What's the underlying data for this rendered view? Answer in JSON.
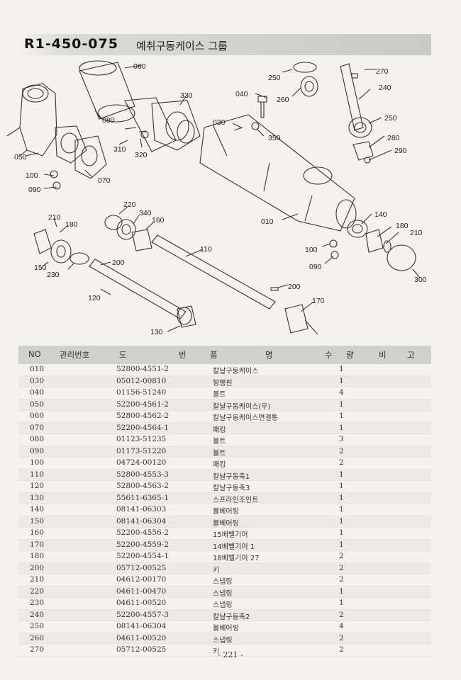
{
  "header": {
    "code": "R1-450-075",
    "name": "예취구동케이스 그룹"
  },
  "callouts": {
    "c060": "060",
    "c080": "080",
    "c330": "330",
    "c310": "310",
    "c320": "320",
    "c050": "050",
    "c100a": "100",
    "c090a": "090",
    "c070": "070",
    "c040": "040",
    "c030": "030",
    "c350": "350",
    "c010": "010",
    "c250a": "250",
    "c260": "260",
    "c270": "270",
    "c240": "240",
    "c250b": "250",
    "c280": "280",
    "c290": "290",
    "c140": "140",
    "c180b": "180",
    "c210b": "210",
    "c300": "300",
    "c100b": "100",
    "c090b": "090",
    "c210a": "210",
    "c180a": "180",
    "c220": "220",
    "c340": "340",
    "c160": "160",
    "c110": "110",
    "c150": "150",
    "c230": "230",
    "c200a": "200",
    "c120": "120",
    "c130": "130",
    "c200b": "200",
    "c170": "170"
  },
  "table": {
    "headers": {
      "no": "NO",
      "mgmt": "관리번호",
      "do": "도",
      "beon": "번",
      "pum": "품",
      "myeong": "명",
      "su": "수",
      "ryang": "량",
      "bi": "비",
      "go": "고"
    },
    "rows": [
      {
        "no": "010",
        "part": "52800-4551-2",
        "name": "칼날구동케이스",
        "qty": "1"
      },
      {
        "no": "030",
        "part": "05012-00810",
        "name": "평행핀",
        "qty": "1"
      },
      {
        "no": "040",
        "part": "01156-51240",
        "name": "볼트",
        "qty": "4"
      },
      {
        "no": "050",
        "part": "52200-4561-2",
        "name": "칼날구동케이스(우)",
        "qty": "1"
      },
      {
        "no": "060",
        "part": "52800-4562-2",
        "name": "칼날구동케이스연결통",
        "qty": "1"
      },
      {
        "no": "070",
        "part": "52200-4564-1",
        "name": "패킹",
        "qty": "1"
      },
      {
        "no": "080",
        "part": "01123-51235",
        "name": "볼트",
        "qty": "3"
      },
      {
        "no": "090",
        "part": "01173-51220",
        "name": "볼트",
        "qty": "2"
      },
      {
        "no": "100",
        "part": "04724-00120",
        "name": "패킹",
        "qty": "2"
      },
      {
        "no": "110",
        "part": "52800-4553-3",
        "name": "칼날구동축1",
        "qty": "1"
      },
      {
        "no": "120",
        "part": "52800-4563-2",
        "name": "칼날구동축3",
        "qty": "1"
      },
      {
        "no": "130",
        "part": "55611-6365-1",
        "name": "스프라인조인트",
        "qty": "1"
      },
      {
        "no": "140",
        "part": "08141-06303",
        "name": "볼베어링",
        "qty": "1"
      },
      {
        "no": "150",
        "part": "08141-06304",
        "name": "볼베어링",
        "qty": "1"
      },
      {
        "no": "160",
        "part": "52200-4556-2",
        "name": "15베벨기어",
        "qty": "1"
      },
      {
        "no": "170",
        "part": "52200-4559-2",
        "name": "14베벨기어 1",
        "qty": "1"
      },
      {
        "no": "180",
        "part": "52200-4554-1",
        "name": "18베벨기어 27",
        "qty": "2"
      },
      {
        "no": "200",
        "part": "05712-00525",
        "name": "키",
        "qty": "2"
      },
      {
        "no": "210",
        "part": "04612-00170",
        "name": "스냅링",
        "qty": "2"
      },
      {
        "no": "220",
        "part": "04611-00470",
        "name": "스냅링",
        "qty": "1"
      },
      {
        "no": "230",
        "part": "04611-00520",
        "name": "스냅링",
        "qty": "1"
      },
      {
        "no": "240",
        "part": "52200-4557-3",
        "name": "칼날구동축2",
        "qty": "2"
      },
      {
        "no": "250",
        "part": "08141-06304",
        "name": "볼베어링",
        "qty": "4"
      },
      {
        "no": "260",
        "part": "04611-00520",
        "name": "스냅링",
        "qty": "2"
      },
      {
        "no": "270",
        "part": "05712-00525",
        "name": "키",
        "qty": "2"
      }
    ]
  },
  "footer": {
    "page": "- 221 -"
  }
}
